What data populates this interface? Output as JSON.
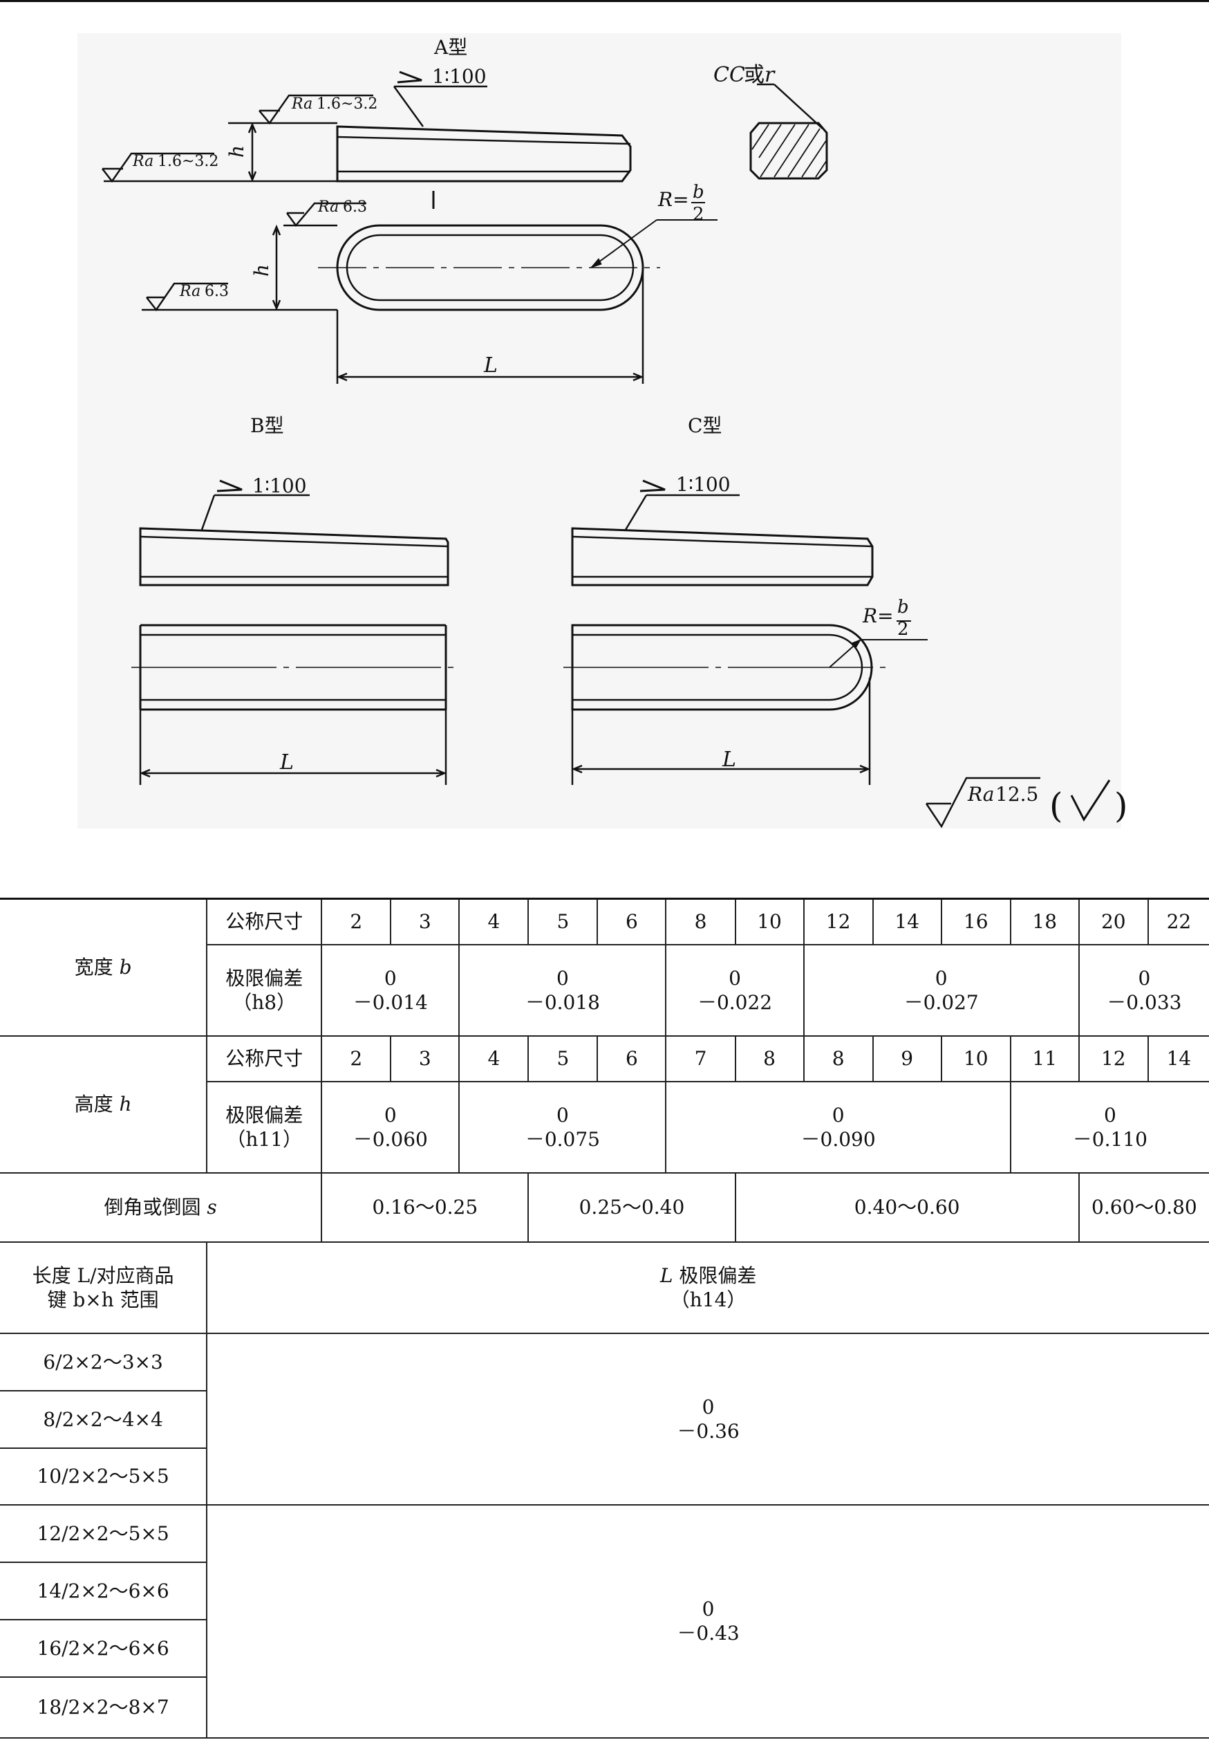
{
  "drawing": {
    "type_a_label": "A型",
    "type_b_label": "B型",
    "type_c_label": "C型",
    "taper_ratio": "1∶100",
    "chamfer_label_cc": "CC",
    "chamfer_label_or": "或",
    "chamfer_label_r": "r",
    "roughness": {
      "ra_top": "1.6~3.2",
      "ra_side": "1.6~3.2",
      "ra_plan_top": "6.3",
      "ra_plan_side": "6.3",
      "ra_general": "12.5",
      "ra_prefix": "Ra"
    },
    "dim_h": "h",
    "dim_L": "L",
    "radius_R": "R=",
    "radius_b": "b",
    "radius_2": "2"
  },
  "table": {
    "width_label": "宽度 ",
    "width_var": "b",
    "height_label": "高度 ",
    "height_var": "h",
    "nominal_label": "公称尺寸",
    "deviation_label": "极限偏差",
    "h8": "（h8）",
    "h11": "（h11）",
    "width_nominal": [
      "2",
      "3",
      "4",
      "5",
      "6",
      "8",
      "10",
      "12",
      "14",
      "16",
      "18",
      "20",
      "22"
    ],
    "width_dev": [
      {
        "upper": "0",
        "lower": "－0.014"
      },
      {
        "upper": "0",
        "lower": "－0.018"
      },
      {
        "upper": "0",
        "lower": "－0.022"
      },
      {
        "upper": "0",
        "lower": "－0.027"
      },
      {
        "upper": "0",
        "lower": "－0.033"
      }
    ],
    "height_nominal": [
      "2",
      "3",
      "4",
      "5",
      "6",
      "7",
      "8",
      "8",
      "9",
      "10",
      "11",
      "12",
      "14"
    ],
    "height_dev": [
      {
        "upper": "0",
        "lower": "－0.060"
      },
      {
        "upper": "0",
        "lower": "－0.075"
      },
      {
        "upper": "0",
        "lower": "－0.090"
      },
      {
        "upper": "0",
        "lower": "－0.110"
      }
    ],
    "chamfer_label": "倒角或倒圆 ",
    "chamfer_var": "s",
    "chamfer_values": [
      "0.16～0.25",
      "0.25～0.40",
      "0.40～0.60",
      "0.60～0.80"
    ],
    "length_header_line1": "长度 L/对应商品",
    "length_header_line2": "键 b×h 范围",
    "L_dev_header_var": "L",
    "L_dev_header": " 极限偏差",
    "L_dev_h14": "（h14）",
    "length_rows": [
      "6/2×2～3×3",
      "8/2×2～4×4",
      "10/2×2～5×5",
      "12/2×2～5×5",
      "14/2×2～6×6",
      "16/2×2～6×6",
      "18/2×2～8×7"
    ],
    "group1_upper": "0",
    "group1_lower": "－0.36",
    "group2_upper": "0",
    "group2_lower": "－0.43"
  }
}
